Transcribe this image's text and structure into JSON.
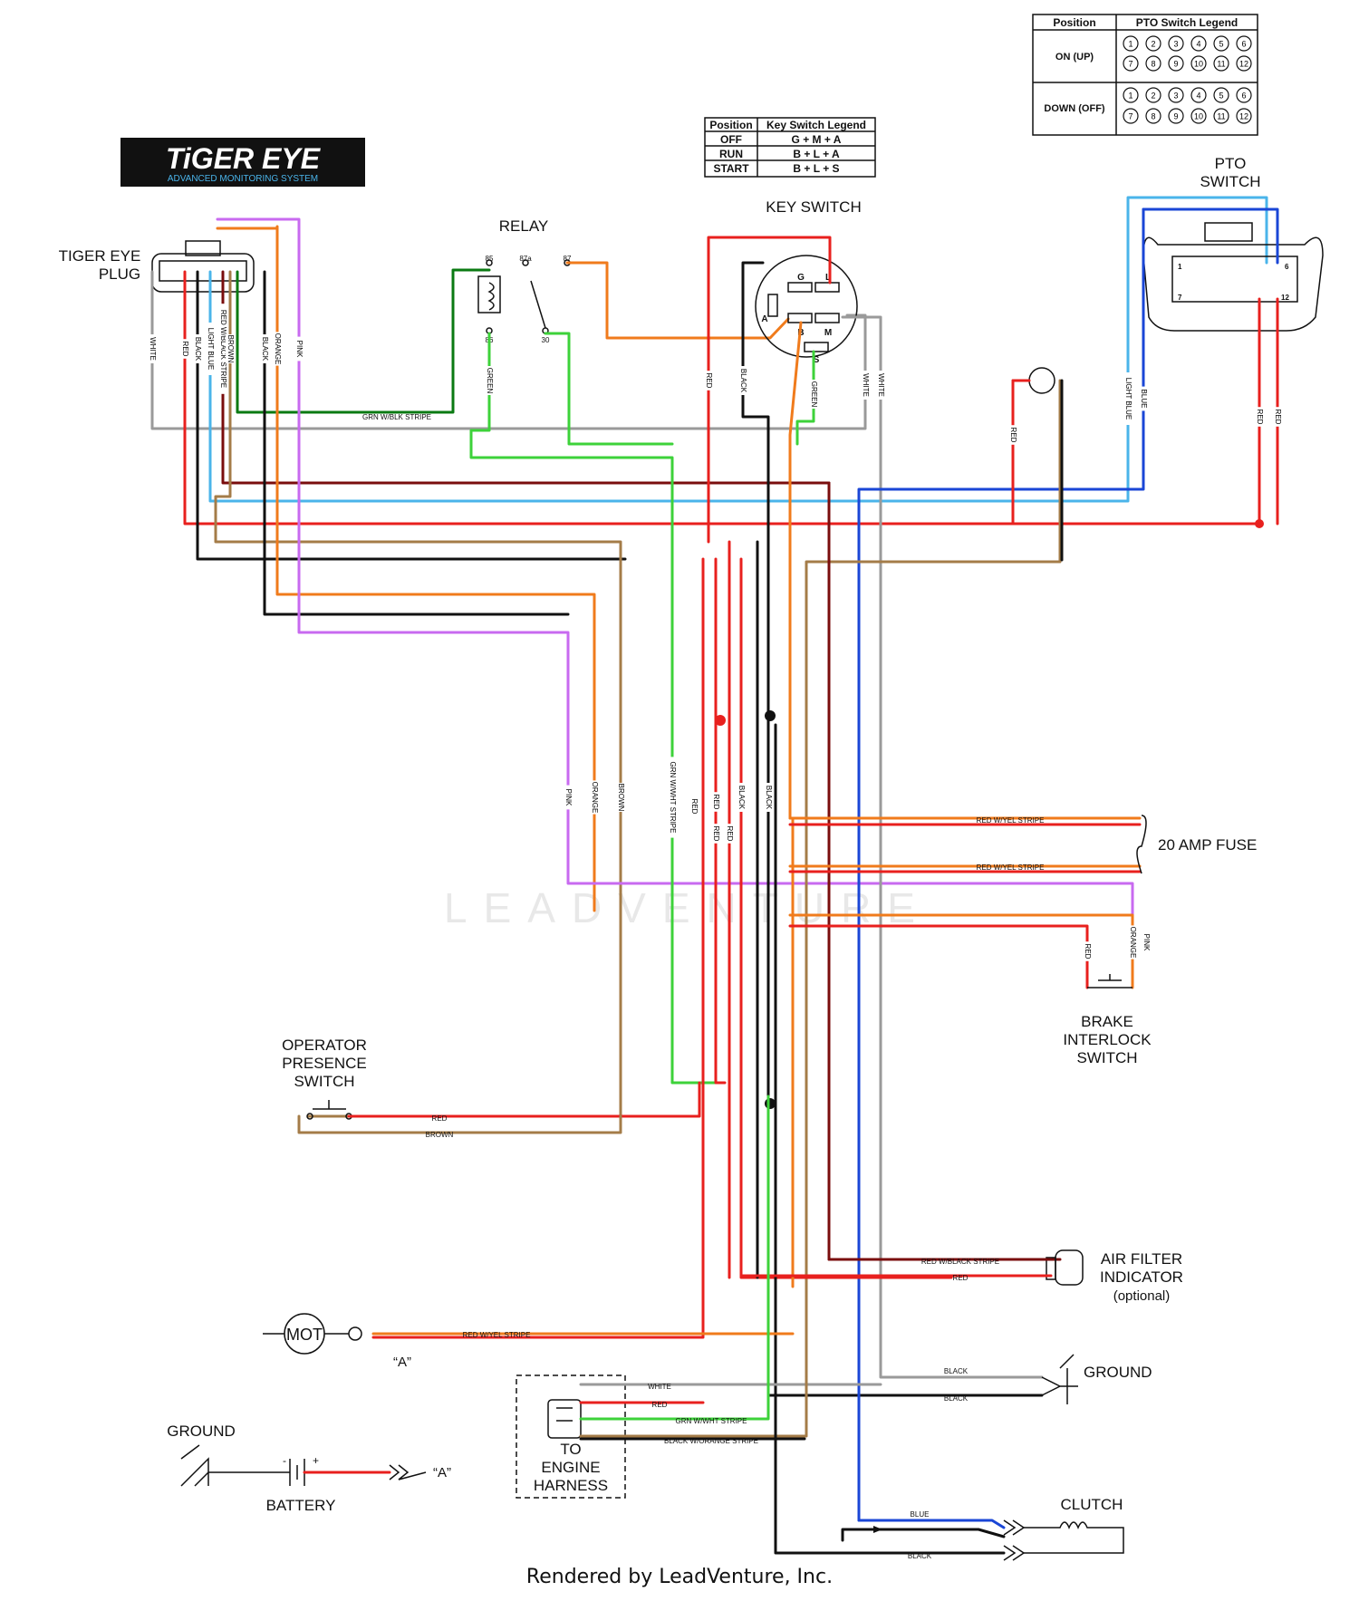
{
  "logo": {
    "title": "TiGER EYE",
    "subtitle": "ADVANCED MONITORING SYSTEM"
  },
  "components": {
    "tiger_eye_plug": [
      "TIGER EYE",
      "PLUG"
    ],
    "relay": "RELAY",
    "relay_pins": [
      "85",
      "87a",
      "87",
      "86",
      "30"
    ],
    "key_switch": "KEY SWITCH",
    "key_pins": [
      "G",
      "L",
      "B",
      "M",
      "S",
      "A"
    ],
    "pto_switch": [
      "PTO",
      "SWITCH"
    ],
    "pto_pins": [
      "1",
      "6",
      "7",
      "12"
    ],
    "fuse": "20 AMP FUSE",
    "brake_switch": [
      "BRAKE",
      "INTERLOCK",
      "SWITCH"
    ],
    "operator_switch": [
      "OPERATOR",
      "PRESENCE",
      "SWITCH"
    ],
    "air_filter": [
      "AIR FILTER",
      "INDICATOR",
      "(optional)"
    ],
    "ground_right": "GROUND",
    "ground_left": "GROUND",
    "battery": "BATTERY",
    "motor": "MOT",
    "a_label_motor": "“A”",
    "a_label_battery": "“A”",
    "engine_harness": [
      "TO",
      "ENGINE",
      "HARNESS"
    ],
    "clutch": "CLUTCH",
    "battery_minus": "-",
    "battery_plus": "+"
  },
  "key_switch_legend": {
    "headers": [
      "Position",
      "Key Switch Legend"
    ],
    "rows": [
      [
        "OFF",
        "G + M + A"
      ],
      [
        "RUN",
        "B + L + A"
      ],
      [
        "START",
        "B + L + S"
      ]
    ]
  },
  "pto_switch_legend": {
    "headers": [
      "Position",
      "PTO Switch Legend"
    ],
    "rows": [
      "ON (UP)",
      "DOWN (OFF)"
    ],
    "pins_top": [
      "1",
      "2",
      "3",
      "4",
      "5",
      "6"
    ],
    "pins_bottom": [
      "7",
      "8",
      "9",
      "10",
      "11",
      "12"
    ]
  },
  "plug_wire_labels": [
    "WHITE",
    "RED",
    "BLACK",
    "LIGHT BLUE",
    "RED W/BLACK STRIPE",
    "BROWN",
    "BLACK",
    "ORANGE",
    "PINK"
  ],
  "wire_labels": {
    "grn_blk": "GRN W/BLK STRIPE",
    "green_relay": "GREEN",
    "red_key": "RED",
    "black_key": "BLACK",
    "green_key": "GREEN",
    "white_key1": "WHITE",
    "white_key2": "WHITE",
    "red_lamp": "RED",
    "light_blue_pto": "LIGHT BLUE",
    "blue_pto": "BLUE",
    "red_pto1": "RED",
    "red_pto2": "RED",
    "pink_mid": "PINK",
    "orange_mid": "ORANGE",
    "brown_mid": "BROWN",
    "grn_wht_mid": "GRN W/WHT STRIPE",
    "red_mid1": "RED",
    "red_mid2": "RED",
    "red_mid3": "RED",
    "red_mid4": "RED",
    "black_mid1": "BLACK",
    "black_mid2": "BLACK",
    "fuse_top": "RED W/YEL STRIPE",
    "fuse_bottom": "RED W/YEL STRIPE",
    "brake_red": "RED",
    "brake_orange": "ORANGE",
    "brake_pink": "PINK",
    "op_red": "RED",
    "op_brown": "BROWN",
    "air_rbs": "RED W/BLACK STRIPE",
    "air_red": "RED",
    "motor_ryel": "RED W/YEL STRIPE",
    "gnd_black1": "BLACK",
    "gnd_black2": "BLACK",
    "eng_white": "WHITE",
    "eng_red": "RED",
    "eng_grn": "GRN W/WHT STRIPE",
    "eng_blk_org": "BLACK W/ORANGE STRIPE",
    "clutch_blue": "BLUE",
    "clutch_black": "BLACK"
  },
  "watermark": "LEADVENTURE",
  "footer": "Rendered by LeadVenture, Inc.",
  "colors": {
    "red": "#e8201e",
    "black": "#111111",
    "green": "#3dd23a",
    "dark_green": "#0a7a12",
    "orange": "#f07b1c",
    "pink": "#c86af0",
    "brown": "#a47c48",
    "light_blue": "#4ab4ea",
    "blue": "#1a46d6",
    "white_wire": "#9a9a9a",
    "dark_red": "#7a0d0d"
  }
}
